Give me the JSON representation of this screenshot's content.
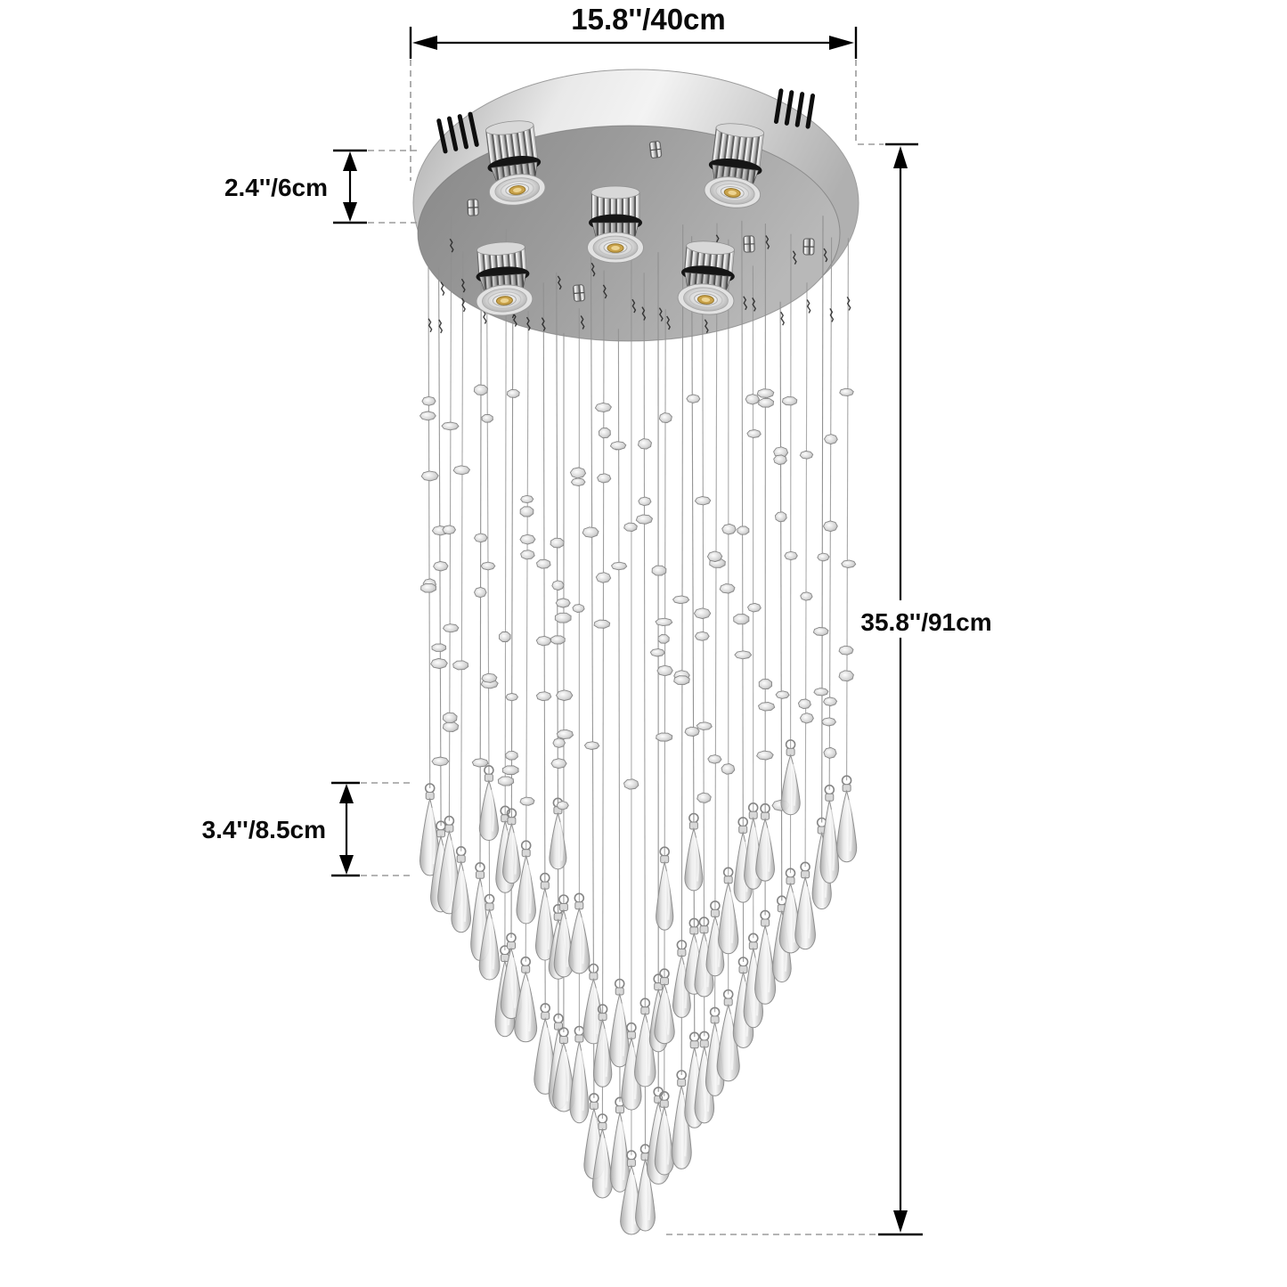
{
  "figure": {
    "view": "product-dimension-diagram",
    "product": "round ceiling raindrop crystal chandelier",
    "light_count": 5
  },
  "dimensions": {
    "canopy_diameter": {
      "label": "15.8''/40cm"
    },
    "canopy_height": {
      "label": "2.4''/6cm"
    },
    "overall_height": {
      "label": "35.8''/91cm"
    },
    "crystal_drop_length": {
      "label": "3.4''/8.5cm"
    }
  },
  "colors": {
    "background": "#ffffff",
    "dimension_line": "#000000",
    "extension_line": "#9b9b9b",
    "canopy_band": "#e9e9e9",
    "canopy_plate": "#9a9a9a",
    "crystal": "#ededed",
    "led_warm": "#c9a24a"
  }
}
